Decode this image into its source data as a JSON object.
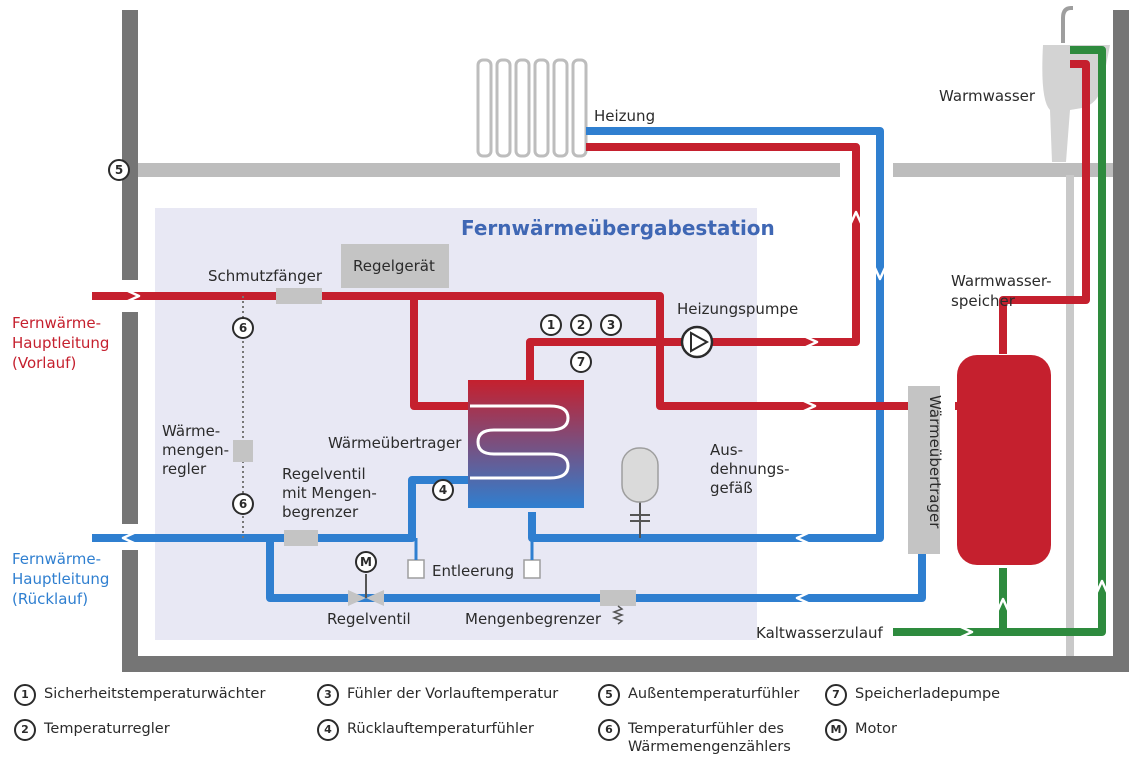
{
  "diagram": {
    "title": "Fernwärmeübergabestation",
    "labels": {
      "heizung": "Heizung",
      "warmwasser": "Warmwasser",
      "regelgeraet": "Regelgerät",
      "schmutzfaenger": "Schmutzfänger",
      "heizungspumpe": "Heizungspumpe",
      "ww_speicher_1": "Warmwasser-",
      "ww_speicher_2": "speicher",
      "vorlauf_1": "Fernwärme-",
      "vorlauf_2": "Hauptleitung",
      "vorlauf_3": "(Vorlauf)",
      "ruecklauf_1": "Fernwärme-",
      "ruecklauf_2": "Hauptleitung",
      "ruecklauf_3": "(Rücklauf)",
      "wmr_1": "Wärme-",
      "wmr_2": "mengen-",
      "wmr_3": "regler",
      "waermeuebertrager": "Wärmeübertrager",
      "waermeuebertrager_vertical": "Wärmeübertrager",
      "ausdehnung_1": "Aus-",
      "ausdehnung_2": "dehnungs-",
      "ausdehnung_3": "gefäß",
      "regelventil_mb_1": "Regelventil",
      "regelventil_mb_2": "mit Mengen-",
      "regelventil_mb_3": "begrenzer",
      "entleerung": "Entleerung",
      "regelventil": "Regelventil",
      "mengenbegrenzer": "Mengenbegrenzer",
      "kaltwasserzulauf": "Kaltwasserzulauf"
    },
    "markers": {
      "m1": "1",
      "m2": "2",
      "m3": "3",
      "m4": "4",
      "m5": "5",
      "m6a": "6",
      "m6b": "6",
      "m7": "7",
      "mM": "M"
    },
    "colors": {
      "wall": "#757575",
      "station_bg": "#e8e8f4",
      "supply": "#c5202e",
      "return": "#2f7fd0",
      "cold": "#2e8b3e",
      "component": "#c4c4c4"
    }
  },
  "legend": [
    {
      "badge": "1",
      "text": "Sicherheitstemperaturwächter"
    },
    {
      "badge": "2",
      "text": "Temperaturregler"
    },
    {
      "badge": "3",
      "text": "Fühler der Vorlauftemperatur"
    },
    {
      "badge": "4",
      "text": "Rücklauftemperaturfühler"
    },
    {
      "badge": "5",
      "text": "Außentemperaturfühler"
    },
    {
      "badge": "6",
      "text": "Temperaturfühler des",
      "text2": "Wärmemengenzählers"
    },
    {
      "badge": "7",
      "text": "Speicherladepumpe"
    },
    {
      "badge": "M",
      "text": "Motor"
    }
  ]
}
